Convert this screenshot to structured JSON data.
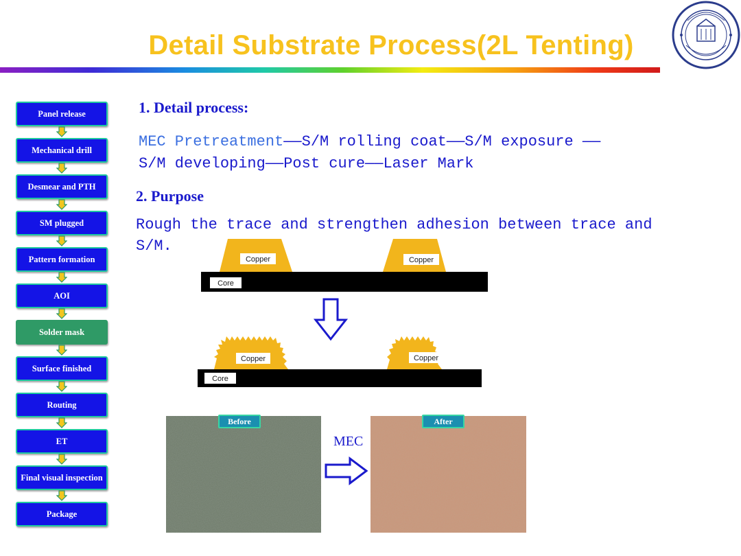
{
  "slide": {
    "title": "Detail Substrate Process(2L Tenting)"
  },
  "flow_steps": [
    {
      "label": "Panel release",
      "active": false
    },
    {
      "label": "Mechanical drill",
      "active": false
    },
    {
      "label": "Desmear and PTH",
      "active": false
    },
    {
      "label": "SM plugged",
      "active": false
    },
    {
      "label": "Pattern formation",
      "active": false
    },
    {
      "label": "AOI",
      "active": false
    },
    {
      "label": "Solder mask",
      "active": true
    },
    {
      "label": "Surface finished",
      "active": false
    },
    {
      "label": "Routing",
      "active": false
    },
    {
      "label": "ET",
      "active": false
    },
    {
      "label": "Final visual inspection",
      "active": false
    },
    {
      "label": "Package",
      "active": false
    }
  ],
  "section1": {
    "heading": "1. Detail process:",
    "line1_part1": "MEC Pretreatment",
    "line1_part2": "——S/M rolling coat——S/M exposure ——",
    "line2": "S/M developing——Post cure——Laser Mark"
  },
  "section2": {
    "heading": "2. Purpose",
    "line1": "Rough the trace and strengthen adhesion between trace and",
    "line2": "S/M."
  },
  "diagram": {
    "copper_label": "Copper",
    "core_label": "Core"
  },
  "photos": {
    "before_label": "Before",
    "after_label": "After",
    "process_label": "MEC"
  },
  "colors": {
    "title": "#f7c21e",
    "step_fill": "#1414e6",
    "step_active": "#2f9a66",
    "copper": "#f2b51c",
    "core": "#000000"
  }
}
